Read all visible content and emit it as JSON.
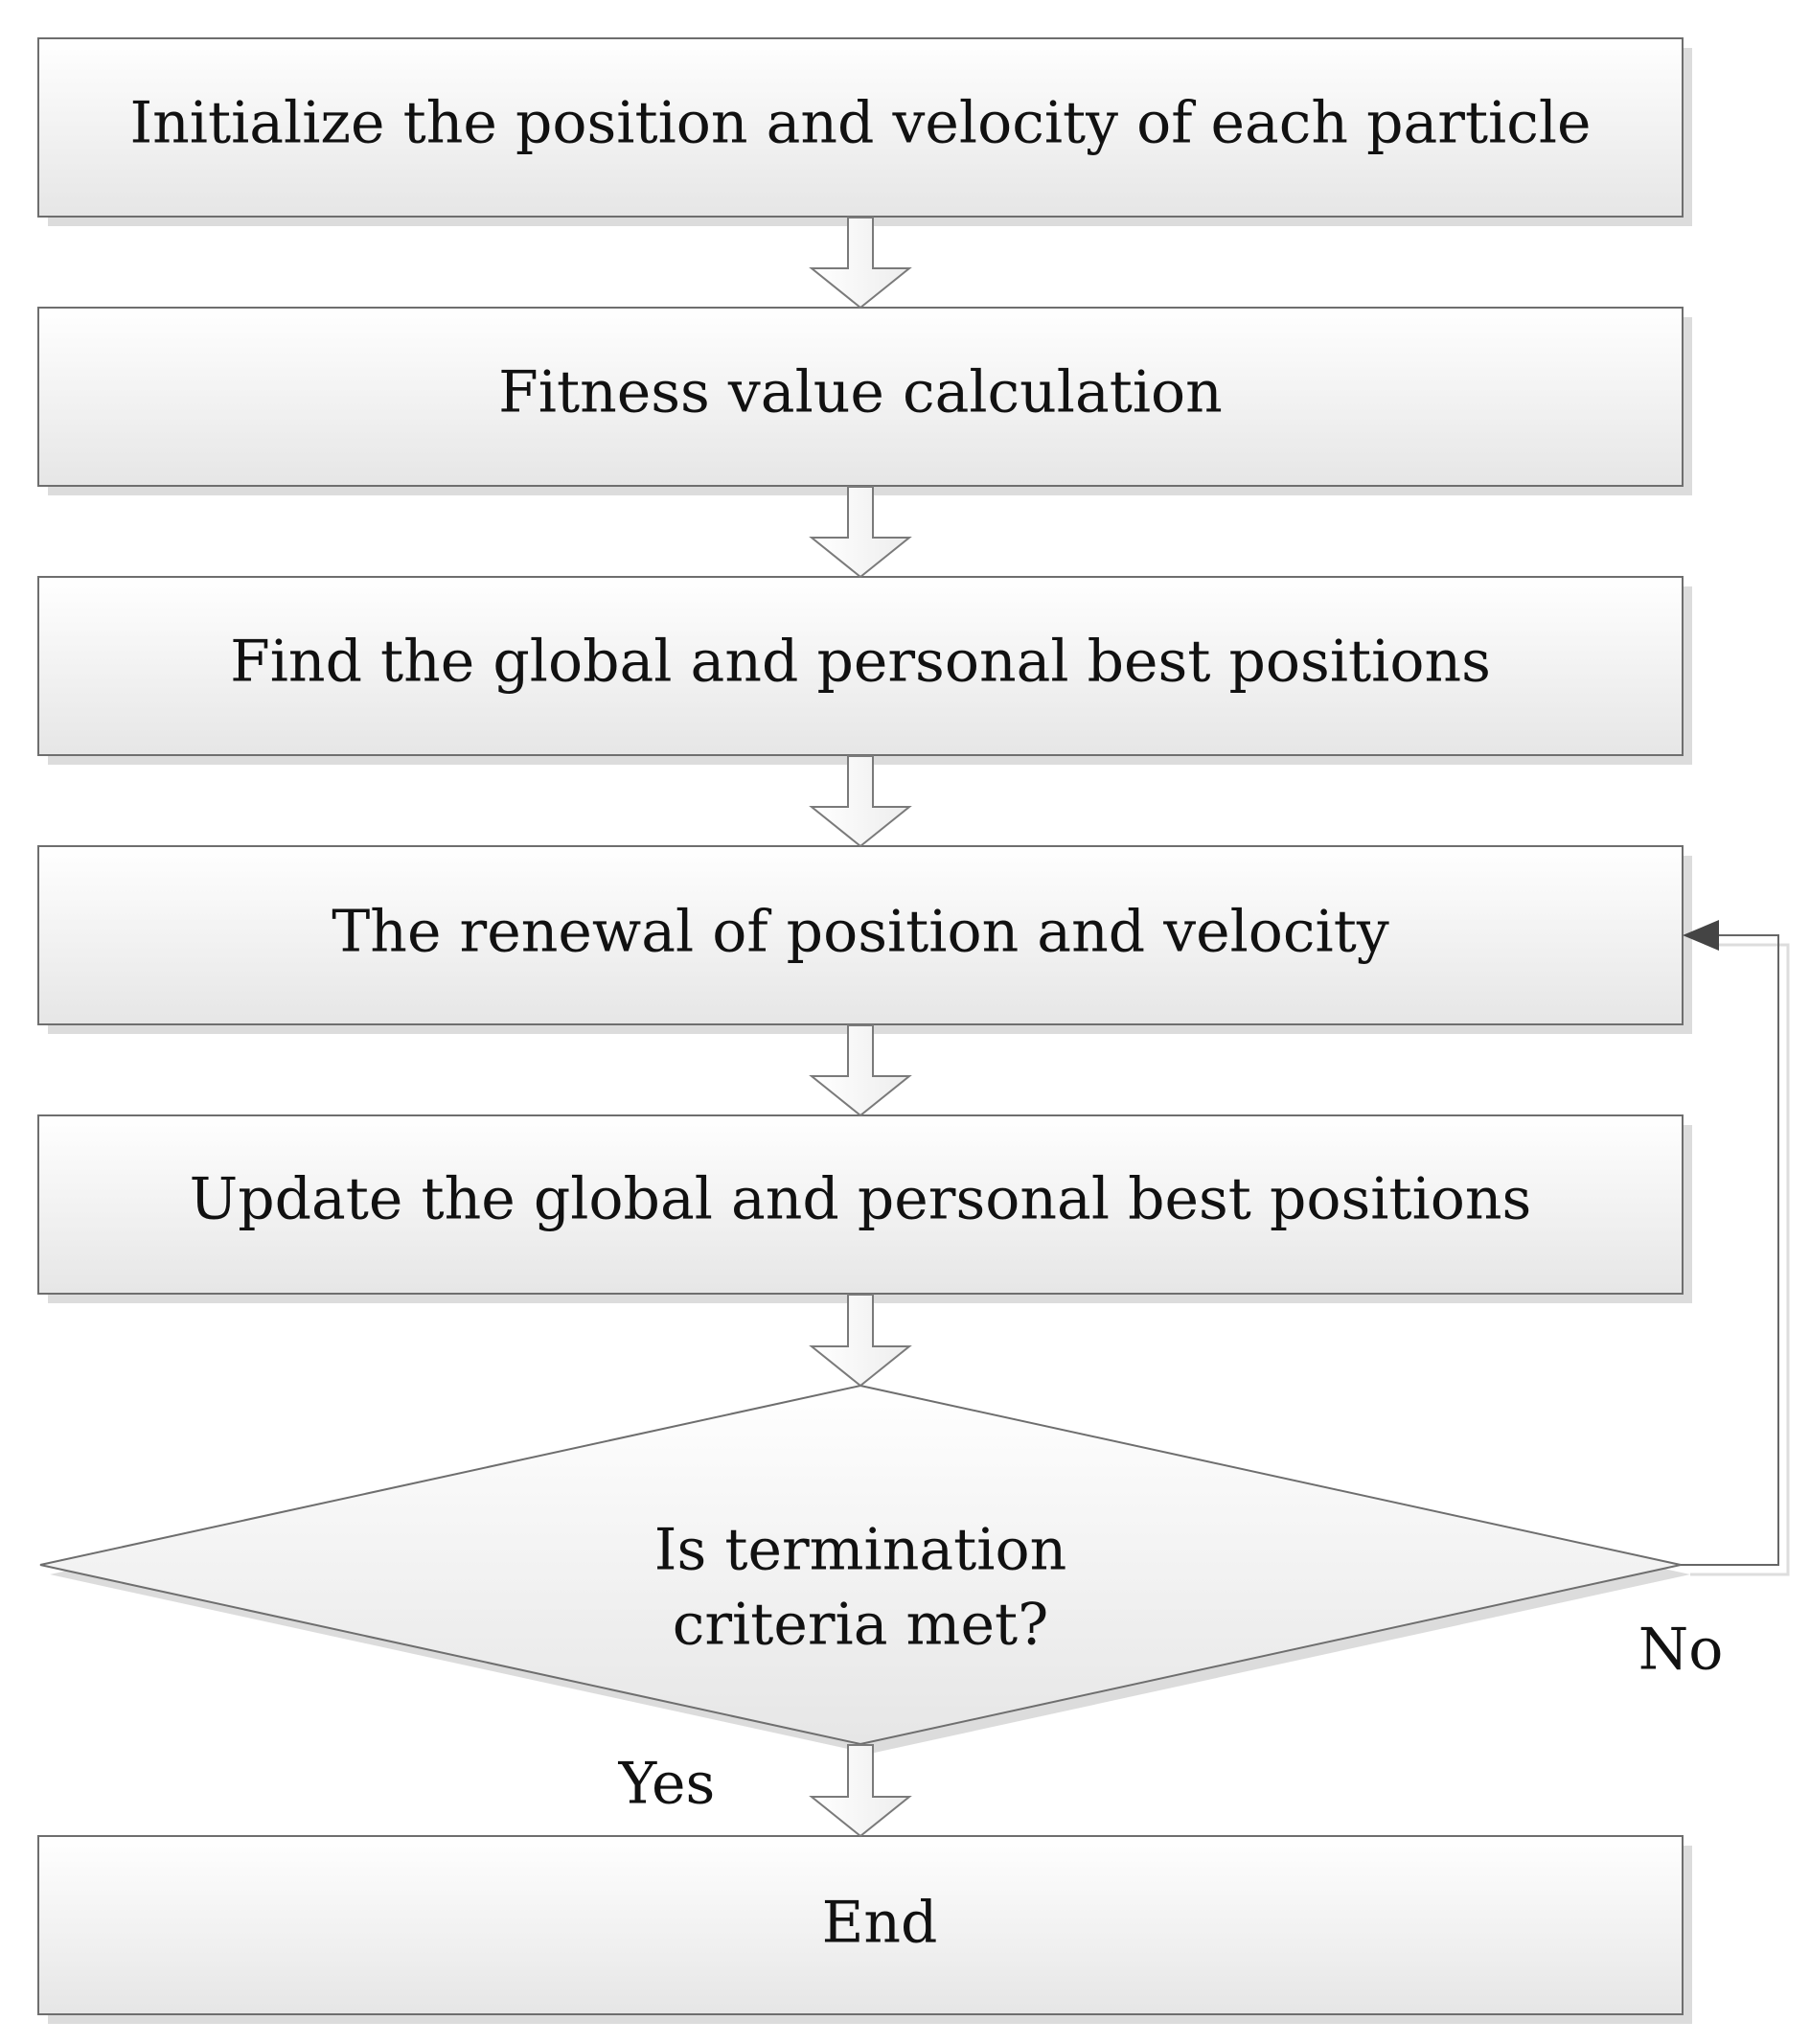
{
  "steps": [
    {
      "label": "Initialize the position and velocity of each particle"
    },
    {
      "label": "Fitness value calculation"
    },
    {
      "label": "Find the global and personal best positions"
    },
    {
      "label": "The renewal of position and velocity"
    },
    {
      "label": "Update the global and personal best positions"
    }
  ],
  "decision": {
    "line1": "Is termination",
    "line2": "criteria met?",
    "yes_label": "Yes",
    "no_label": "No"
  },
  "end_step": {
    "label": "End"
  },
  "colors": {
    "box_top": "#ffffff",
    "box_bottom": "#e6e6e6",
    "border": "#6e6e6e",
    "shadow": "#dcdcdc",
    "text": "#111111",
    "loop_arrow_head": "#444444"
  }
}
